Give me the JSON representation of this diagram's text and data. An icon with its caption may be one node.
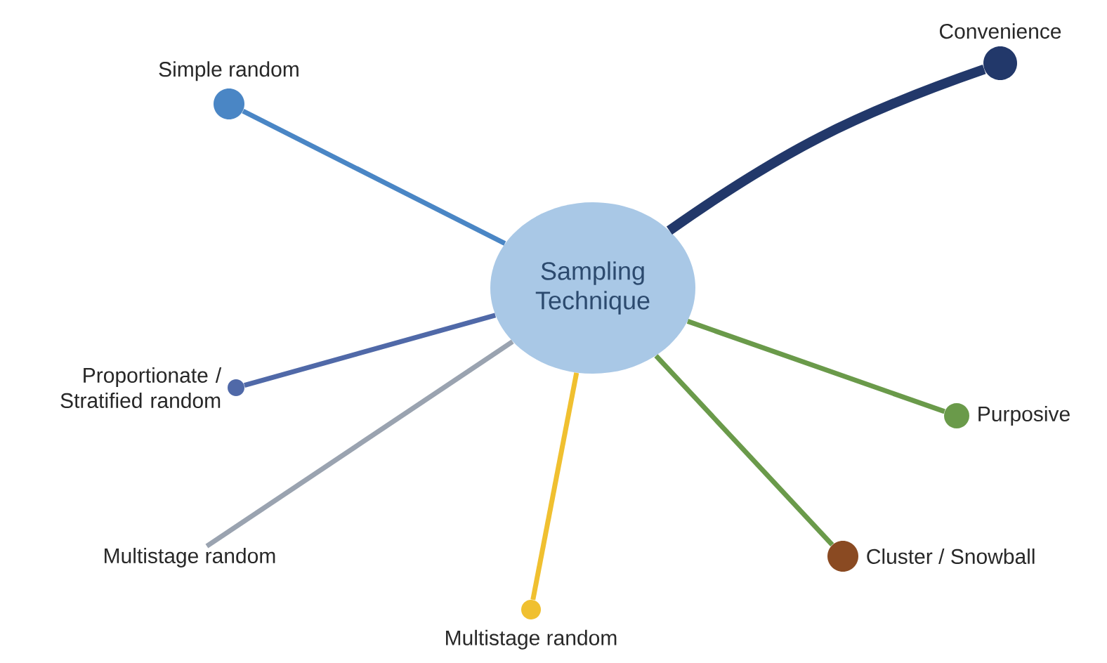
{
  "diagram": {
    "nodes": [
      {
        "text": [
          "Sampling Technique"
        ]
      },
      {
        "text": [
          "Simple random"
        ]
      },
      {
        "text": [
          "Convenience"
        ]
      },
      {
        "text": [
          "Proportionate / Stratified random"
        ]
      },
      {
        "text": [
          "Purposive"
        ]
      },
      {
        "text": [
          "Multistage random"
        ]
      },
      {
        "text": [
          "Cluster / Snowball"
        ]
      },
      {
        "text": [
          "Multistage random"
        ]
      }
    ],
    "edges": [
      {
        "from": 0,
        "to": 1,
        "arrow": "none",
        "color": "#4a86c5"
      },
      {
        "from": 0,
        "to": 2,
        "arrow": "none",
        "style": "thick",
        "color": "#22386a"
      },
      {
        "from": 0,
        "to": 3,
        "arrow": "none",
        "color": "#5069a8"
      },
      {
        "from": 0,
        "to": 4,
        "arrow": "none",
        "color": "#6a9a4a"
      },
      {
        "from": 0,
        "to": 5,
        "arrow": "none",
        "color": "#9aa3b0"
      },
      {
        "from": 0,
        "to": 6,
        "arrow": "none",
        "color": "#6a9a4a"
      },
      {
        "from": 0,
        "to": 7,
        "arrow": "none",
        "color": "#f0c030"
      }
    ]
  }
}
